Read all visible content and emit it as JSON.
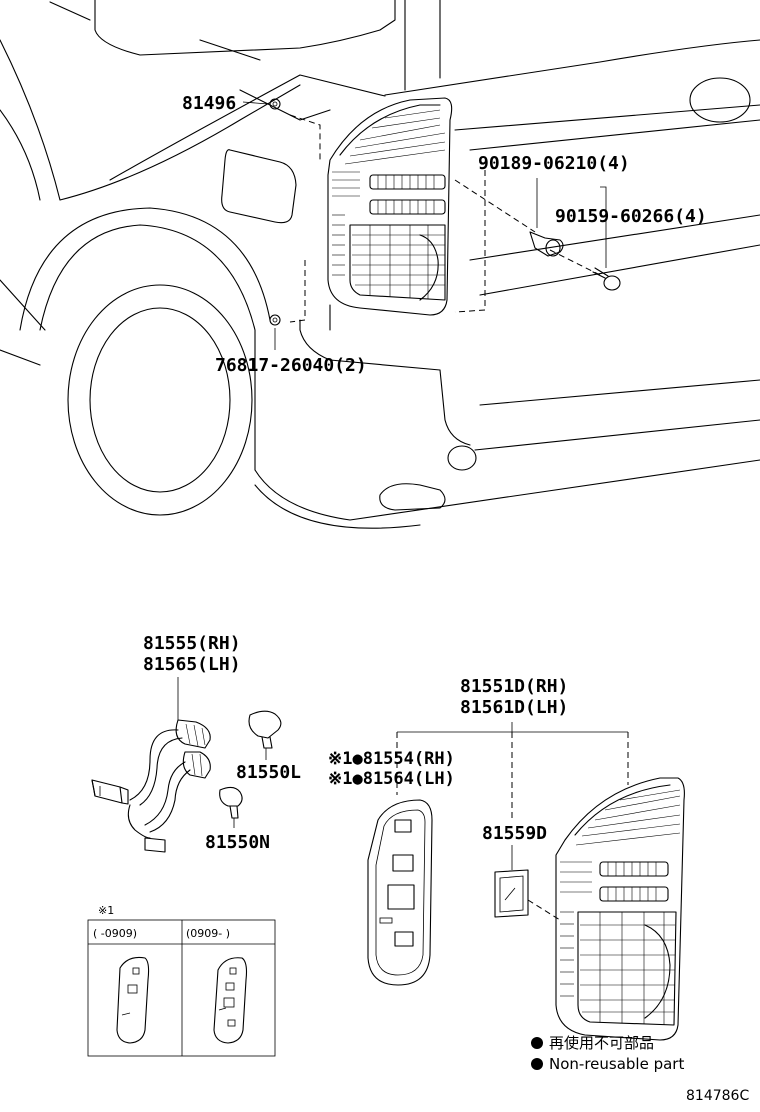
{
  "labels": {
    "p81496": "81496",
    "p90189": "90189-06210(4)",
    "p90159": "90159-60266(4)",
    "p76817": "76817-26040(2)",
    "p81555": "81555(RH)",
    "p81565": "81565(LH)",
    "p81550L": "81550L",
    "p81550N": "81550N",
    "p81551D": "81551D(RH)",
    "p81561D": "81561D(LH)",
    "p81554": "※1●81554(RH)",
    "p81564": "※1●81564(LH)",
    "p81559D": "81559D"
  },
  "inset": {
    "note_mark": "※1",
    "col1": "(    -0909)",
    "col2": "(0909-      )"
  },
  "legend": {
    "jp": "再使用不可部品",
    "en": "Non-reusable part"
  },
  "diagram_code": "814786C"
}
